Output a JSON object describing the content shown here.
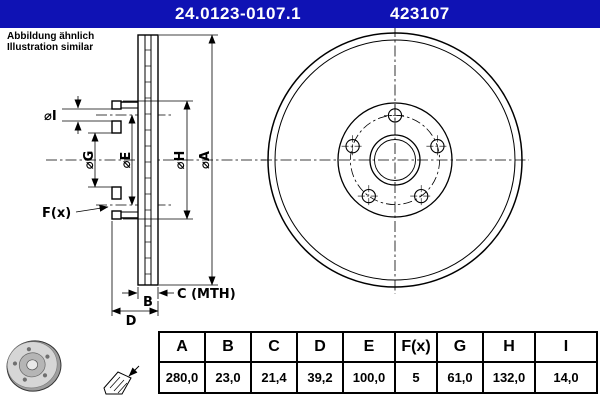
{
  "colors": {
    "header_bg": "#0f12b4",
    "line": "#000000"
  },
  "header": {
    "catalog_number": "24.0123-0107.1",
    "part_number": "423107"
  },
  "note": {
    "line1": "Abbildung ähnlich",
    "line2": "Illustration similar"
  },
  "drawing": {
    "labels": {
      "dia_i": "⌀I",
      "dia_g": "⌀G",
      "dia_e": "⌀E",
      "dia_h": "⌀H",
      "dia_a": "⌀A",
      "f_x": "F(x)",
      "b": "B",
      "c_mth": "C (MTH)",
      "d": "D"
    }
  },
  "table": {
    "headers": [
      "A",
      "B",
      "C",
      "D",
      "E",
      "F(x)",
      "G",
      "H",
      "I"
    ],
    "values": [
      "280,0",
      "23,0",
      "21,4",
      "39,2",
      "100,0",
      "5",
      "61,0",
      "132,0",
      "14,0"
    ]
  }
}
